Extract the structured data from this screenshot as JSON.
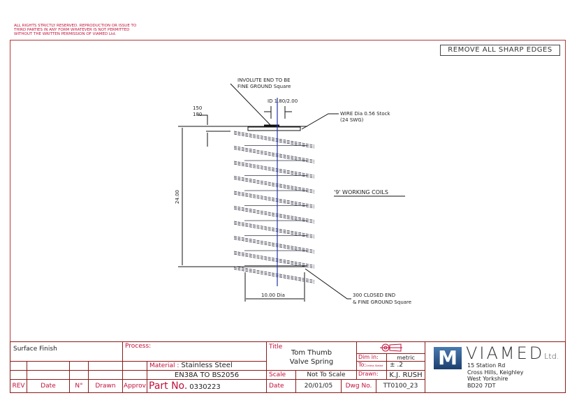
{
  "copyright": [
    "ALL RIGHTS STRICTLY RESERVED. REPRODUCTION OR ISSUE TO",
    "THIRD PARTIES IN ANY FORM WHATEVER IS NOT PERMITTED",
    "WITHOUT THE WRITTEN PERMISSION OF VIAMED Ltd."
  ],
  "note_box": "REMOVE ALL SHARP EDGES",
  "drawing": {
    "involute": [
      "INVOLUTE END TO BE",
      "FINE GROUND Square"
    ],
    "id": "ID 1.80/2.00",
    "wire": [
      "WIRE Dia 0.56 Stock",
      "(24 SWG)"
    ],
    "dim_top": [
      "150",
      "180"
    ],
    "height": "24.00",
    "working_coils": "'9' WORKING COILS",
    "dia": "10.00 Dia",
    "closed_end": [
      "300 CLOSED END",
      "& FINE GROUND Square"
    ]
  },
  "title_block": {
    "surface_finish": "Surface Finish",
    "process": "Process:",
    "material": "Material :",
    "material_value": "Stainless Steel",
    "spec": "EN38A TO BS2056",
    "rev": "REV",
    "date_col": "Date",
    "no_col": "N°",
    "drawn_col": "Drawn",
    "approv": "Approv",
    "part_no_label": "Part No.",
    "part_no": "0330223",
    "title_label": "Title",
    "title": [
      "Tom Thumb",
      "Valve Spring"
    ],
    "scale_label": "Scale",
    "scale": "Not To Scale",
    "date_label": "Date",
    "date": "20/01/05",
    "dwg_label": "Dwg No.",
    "dwg": "TT0100_23",
    "dim_label": "Dim in:",
    "dim": "metric",
    "tol_label": "To:",
    "tol_small": "Unless Stated",
    "tol": "± .2",
    "drawn_label": "Drawn:",
    "drawn": "K.J. RUSH",
    "company": "VIAMED",
    "company_suffix": "Ltd.",
    "address": [
      "15 Station Rd",
      "Cross Hills, Keighley",
      "West Yorkshire",
      "BD20 7DT"
    ]
  }
}
